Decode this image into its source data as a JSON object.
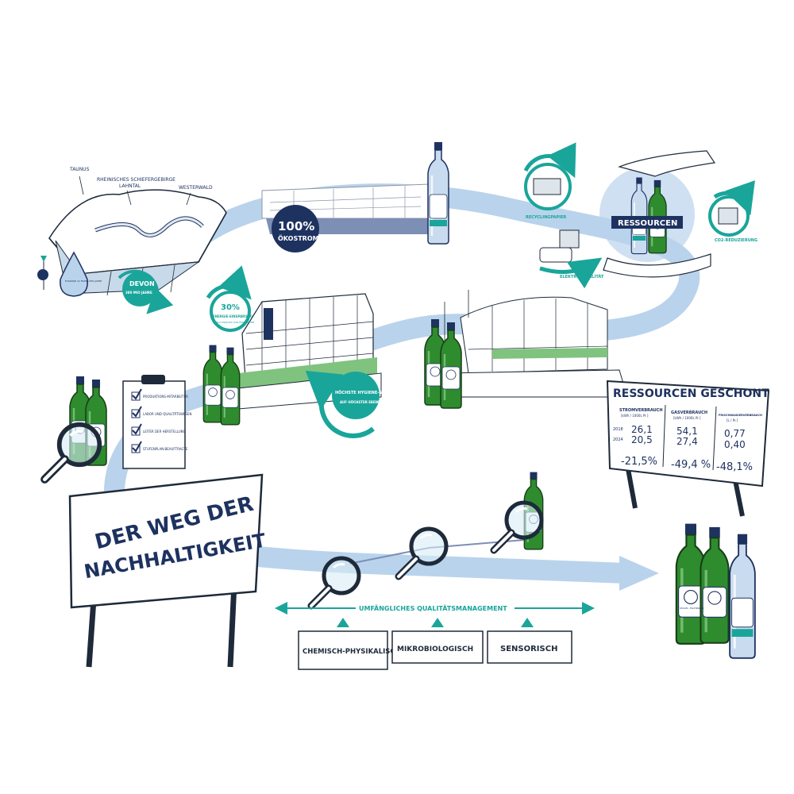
{
  "title": {
    "line1": "DER WEG DER",
    "line2": "NACHHALTIGKEIT"
  },
  "landscape": {
    "labels": [
      "TAUNUS",
      "RHEINISCHES SCHIEFERGEBIRGE",
      "LAHNTAL",
      "WESTERWALD"
    ],
    "devon": "DEVON",
    "devon_sub": "380 MIO JAHRE",
    "drop_text": "M RANGE 12 FILTRA MIO JAHRE"
  },
  "oekostrom": {
    "value": "100%",
    "label": "ÖKOSTROM"
  },
  "energy": {
    "value": "30%",
    "label": "ENERGIE-EINSPARUNG",
    "sub": "DURCH EINSATZ VON FERNWÄRME"
  },
  "hygiene": {
    "label": "HÖCHSTE HYGIENE-STANDARDS",
    "sub": "AUF HÖCHSTER EBENE"
  },
  "resources_cycle": {
    "hands_label": "RESSOURCEN",
    "left_label": "RECYCLINGPAPIER",
    "right_label": "CO2-REDUZIERUNG",
    "bottom_label": "ELEKTROMOBILITÄT"
  },
  "checklist": {
    "items": [
      "PRODUKTIONS-MITARBEITER",
      "LABOR UND QUALITÄTSWESEN",
      "LEITER DER HERSTELLUNG",
      "STUFENPLAN-BEAUFTRAGTE"
    ]
  },
  "ressourcen_board": {
    "title": "RESSOURCEN GESCHONT",
    "columns": [
      {
        "header": "STROMVERBRAUCH",
        "unit": "[kWh / 1000L Pr.]",
        "v2018": "26,1",
        "v2024": "20,5",
        "change": "-21,5%"
      },
      {
        "header": "GASVERBRAUCH",
        "unit": "[kWh / 1000L Pr.]",
        "v2018": "54,1",
        "v2024": "27,4",
        "change": "-49,4 %"
      },
      {
        "header": "FRISCHWASSERVERBRAUCH",
        "unit": "[L / Pr.]",
        "v2018": "0,77",
        "v2024": "0,40",
        "change": "-48,1%"
      }
    ],
    "years": [
      "2018",
      "2024"
    ]
  },
  "quality": {
    "label": "UMFÄNGLICHES QUALITÄTSMANAGEMENT",
    "boxes": [
      "CHEMISCH-PHYSIKALISCH",
      "MIKROBIOLOGISCH",
      "SENSORISCH"
    ]
  },
  "bottle_label": "STAATL. FACHINGEN",
  "colors": {
    "navy": "#1e3260",
    "teal": "#1aa59a",
    "light_blue": "#b9d3ec",
    "bottle_green": "#2e8b2e"
  }
}
